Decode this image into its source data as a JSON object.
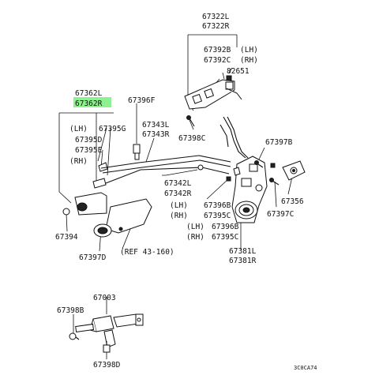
{
  "highlight_color": "#8ef08e",
  "labels": {
    "p67322L": "67322L",
    "p67322R": "67322R",
    "p67392B": "67392B",
    "lh1": "(LH)",
    "p67392C": "67392C",
    "rh1": "(RH)",
    "p82651": "82651",
    "p67362L": "67362L",
    "p67362R": "67362R",
    "p67396F": "67396F",
    "lh2": "(LH)",
    "p67395G": "67395G",
    "p67395D": "67395D",
    "p67395E": "67395E",
    "rh2": "(RH)",
    "p67343L": "67343L",
    "p67343R": "67343R",
    "p67398C_top": "67398C",
    "p67397B": "67397B",
    "p67342L": "67342L",
    "p67342R": "67342R",
    "lh3": "(LH)",
    "p67395C_1": "67395C",
    "rh3": "(RH)",
    "p67396B": "67396B",
    "lh4": "(LH)",
    "p67395C_2": "67395C",
    "rh4": "(RH)",
    "p67356": "67356",
    "p67397C": "67397C",
    "p67381L": "67381L",
    "p67381R": "67381R",
    "p67394": "67394",
    "p67397D": "67397D",
    "ref": "(REF 43-160)",
    "p67003": "67003",
    "p67398B": "67398B",
    "p67398D": "67398D",
    "diagram_code": "3C0CA74"
  }
}
